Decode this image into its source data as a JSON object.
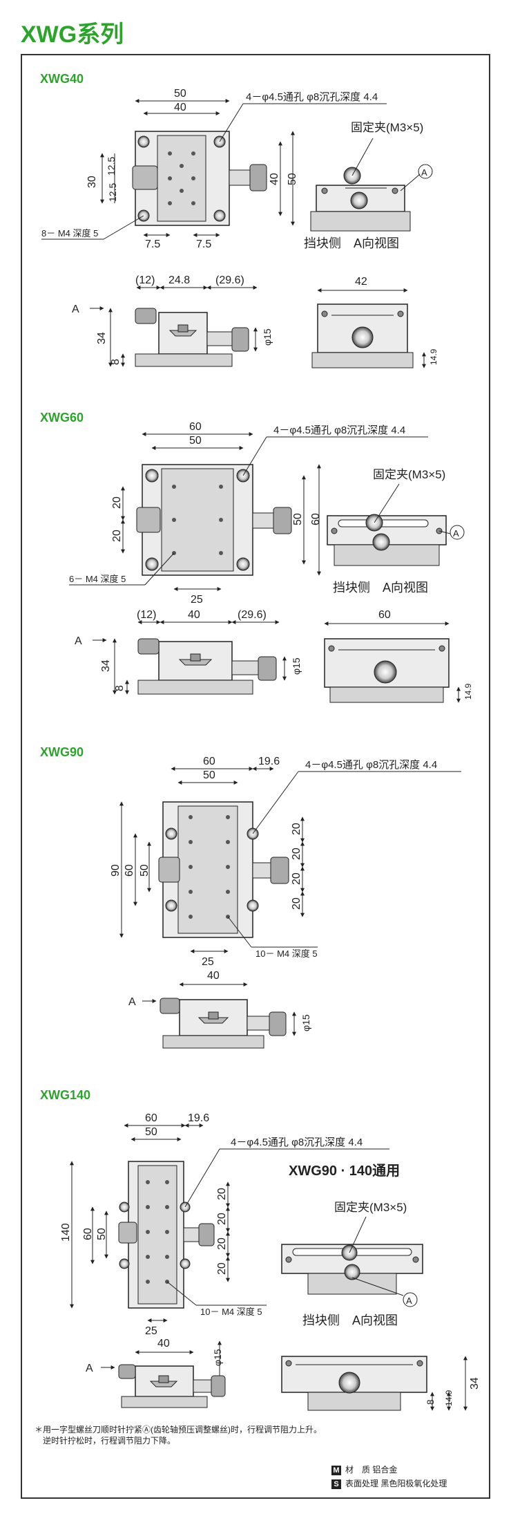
{
  "page_title": "XWG系列",
  "sections": [
    {
      "id": "xwg40",
      "label": "XWG40"
    },
    {
      "id": "xwg60",
      "label": "XWG60"
    },
    {
      "id": "xwg90",
      "label": "XWG90"
    },
    {
      "id": "xwg140",
      "label": "XWG140"
    }
  ],
  "common": {
    "bolt_hole": "4－φ4.5通孔 φ8沉孔深度 4.4",
    "clamp": "固定夹(M3×5)",
    "view_label": "挡块侧　A向视图",
    "arrow_a": "A",
    "circle_a": "A",
    "shared_title": "XWG90 · 140通用"
  },
  "xwg40": {
    "dim_50": "50",
    "dim_40": "40",
    "dim_30": "30",
    "dim_125a": "12.5",
    "dim_125b": "12.5",
    "dim_40r": "40",
    "dim_50r": "50",
    "dim_75a": "7.5",
    "dim_75b": "7.5",
    "m4": "8－ M4 深度 5",
    "dim_12": "(12)",
    "dim_248": "24.8",
    "dim_296": "(29.6)",
    "dim_34": "34",
    "dim_8": "8",
    "dim_phi15": "φ15",
    "dim_42": "42",
    "dim_149": "14.9"
  },
  "xwg60": {
    "dim_60": "60",
    "dim_50": "50",
    "dim_20a": "20",
    "dim_20b": "20",
    "dim_50r": "50",
    "dim_60r": "60",
    "dim_25": "25",
    "m4": "6－ M4 深度 5",
    "dim_12": "(12)",
    "dim_40": "40",
    "dim_296": "(29.6)",
    "dim_34": "34",
    "dim_8": "8",
    "dim_phi15": "φ15",
    "dim_60b": "60",
    "dim_149": "14.9"
  },
  "xwg90": {
    "dim_60": "60",
    "dim_196": "19.6",
    "dim_50": "50",
    "dim_90": "90",
    "dim_60v": "60",
    "dim_50v": "50",
    "dim_20a": "20",
    "dim_20b": "20",
    "dim_20c": "20",
    "dim_20d": "20",
    "dim_25": "25",
    "m4": "10－ M4 深度 5",
    "dim_40": "40",
    "dim_phi15": "φ15"
  },
  "xwg140": {
    "dim_60": "60",
    "dim_196": "19.6",
    "dim_50": "50",
    "dim_140": "140",
    "dim_60v": "60",
    "dim_50v": "50",
    "dim_20a": "20",
    "dim_20b": "20",
    "dim_20c": "20",
    "dim_20d": "20",
    "dim_25": "25",
    "m4": "10－ M4 深度 5",
    "dim_40": "40",
    "dim_phi15": "φ15",
    "dim_8": "8",
    "dim_149": "14.9",
    "dim_34": "34"
  },
  "note_lines": [
    "＊用一字型螺丝刀顺时针拧紧Ⓐ(齿轮轴预压调整螺丝)时，行程调节阻力上升。",
    "　逆时针拧松时，行程调节阻力下降。"
  ],
  "legend": [
    {
      "key": "M",
      "label": "材　质 铝合金"
    },
    {
      "key": "S",
      "label": "表面处理 黑色阳极氧化处理"
    }
  ]
}
